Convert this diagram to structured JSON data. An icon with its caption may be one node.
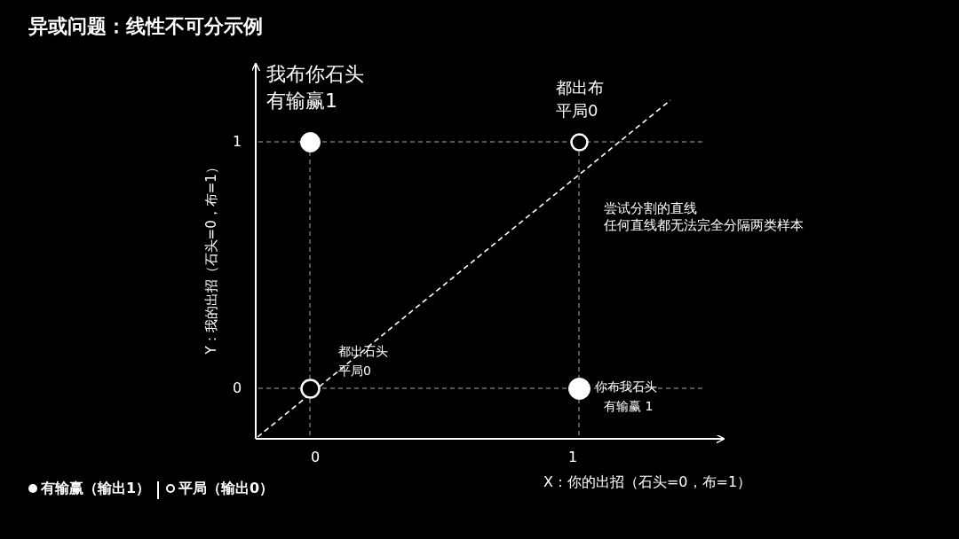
{
  "diagram": {
    "title": "异或问题：线性不可分示例",
    "nodes": [
      {
        "text": [],
        "shape": "circle",
        "beside": [
          "我布你石头",
          "有输赢1"
        ]
      },
      {
        "text": [],
        "shape": "circle",
        "beside": [
          "都出布",
          "平局0"
        ]
      },
      {
        "text": [],
        "shape": "circle",
        "beside": [
          "都出石头",
          "平局0"
        ]
      },
      {
        "text": [],
        "shape": "circle",
        "beside": [
          "你布我石头",
          "有输赢 1"
        ]
      }
    ],
    "labels": [
      "1",
      "0",
      "0",
      "1",
      "Y：我的出招（石头=0，布=1）",
      "X：你的出招（石头=0，布=1）",
      "尝试分割的直线",
      "任何直线都无法完全分隔两类样本"
    ],
    "legend": [
      {
        "text": "有输赢（输出1）"
      },
      {
        "text": "平局（输出0）"
      }
    ]
  }
}
